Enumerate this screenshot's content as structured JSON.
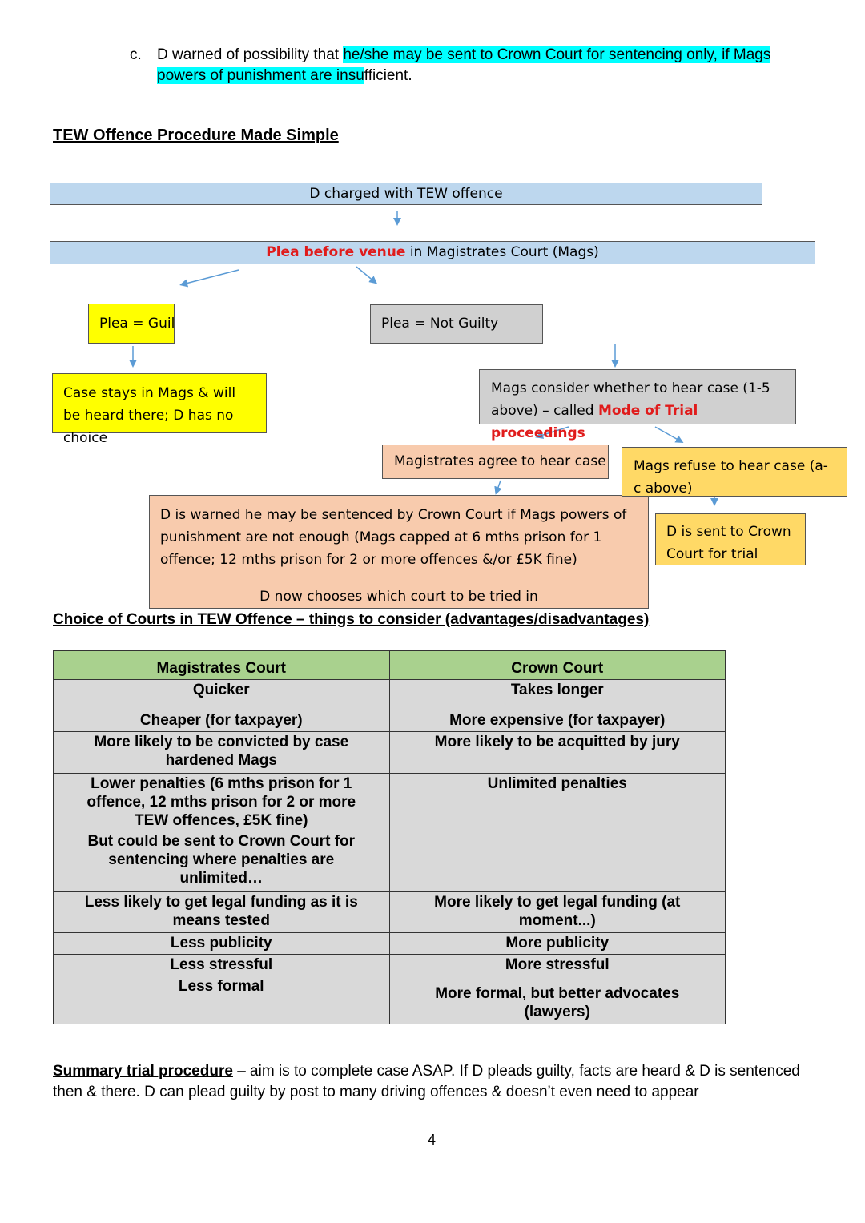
{
  "intro": {
    "marker": "c.",
    "text_before": "D warned of possibility that ",
    "text_highlight": "he/she may be sent to Crown Court for sentencing only, if Mags powers of punishment are insu",
    "text_after": "fficient."
  },
  "flow_title": "TEW Offence Procedure Made Simple",
  "flow": {
    "charged": "D charged with TEW offence",
    "plea_red": "Plea before venue",
    "plea_rest": " in Magistrates Court (Mags)",
    "guilty": "Plea = Guilty",
    "not_guilty": "Plea = Not Guilty",
    "stays": "Case stays in Mags & will be heard there; D has no choice",
    "consider_text": "Mags consider whether to hear case (1-5 above) – called ",
    "consider_red": "Mode of Trial proceedings",
    "agree": "Magistrates agree to hear case",
    "refuse": "Mags refuse to hear case (a-c above)",
    "warned": "D is warned he may be sentenced by Crown Court if Mags powers of punishment are not enough (Mags capped at 6 mths prison for 1 offence; 12 mths prison for 2 or more offences &/or £5K fine)",
    "chooses": "D now chooses which court to be tried in",
    "sent": "D is sent to Crown Court for trial"
  },
  "choice_title": "Choice of Courts in TEW Offence  – things to consider (advantages/disadvantages)",
  "table": {
    "headers": [
      "Magistrates Court",
      "Crown Court"
    ],
    "rows": [
      [
        "Quicker",
        "Takes longer"
      ],
      [
        "Cheaper (for taxpayer)",
        "More expensive (for taxpayer)"
      ],
      [
        "More likely to be convicted by case hardened Mags",
        "More likely to be acquitted by jury"
      ],
      [
        "Lower penalties (6 mths prison for 1 offence, 12 mths prison for 2 or more TEW offences, £5K fine)",
        "Unlimited penalties"
      ],
      [
        "But could be sent to Crown Court for sentencing where penalties are unlimited…",
        ""
      ],
      [
        "Less likely to get legal funding as it is means tested",
        "More likely to get legal funding (at moment...)"
      ],
      [
        "Less publicity",
        "More publicity"
      ],
      [
        "Less stressful",
        "More stressful"
      ],
      [
        "Less formal",
        "More formal, but better advocates (lawyers)"
      ]
    ]
  },
  "summary": {
    "heading": "Summary trial procedure",
    "text": " – aim is to complete case ASAP. If D pleads guilty, facts are heard & D is sentenced then & there. D can plead guilty by post to many driving offences & doesn’t even need to appear"
  },
  "page_number": "4",
  "colors": {
    "blue_box": "#bdd7ee",
    "yellow_box": "#ffff00",
    "grey_box": "#d0d0d0",
    "peach_box": "#f8cbad",
    "gold_box": "#ffd966",
    "red_text": "#e01b1b",
    "highlight": "#00ffff",
    "table_header": "#a9d18e",
    "table_cell": "#d9d9d9",
    "arrow": "#5b9bd5"
  }
}
